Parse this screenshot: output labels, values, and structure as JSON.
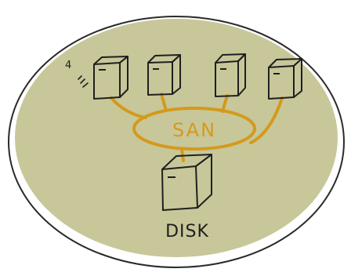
{
  "diagram": {
    "hub_label": "SAN",
    "storage_label": "DISK",
    "server_note": "4",
    "colors": {
      "background_fill": "#c8c79a",
      "outer_ring": "#e8e6cf",
      "ink": "#1f1f1f",
      "link": "#d49a1c"
    },
    "servers": [
      {
        "id": "server-1"
      },
      {
        "id": "server-2"
      },
      {
        "id": "server-3"
      },
      {
        "id": "server-4"
      }
    ]
  }
}
